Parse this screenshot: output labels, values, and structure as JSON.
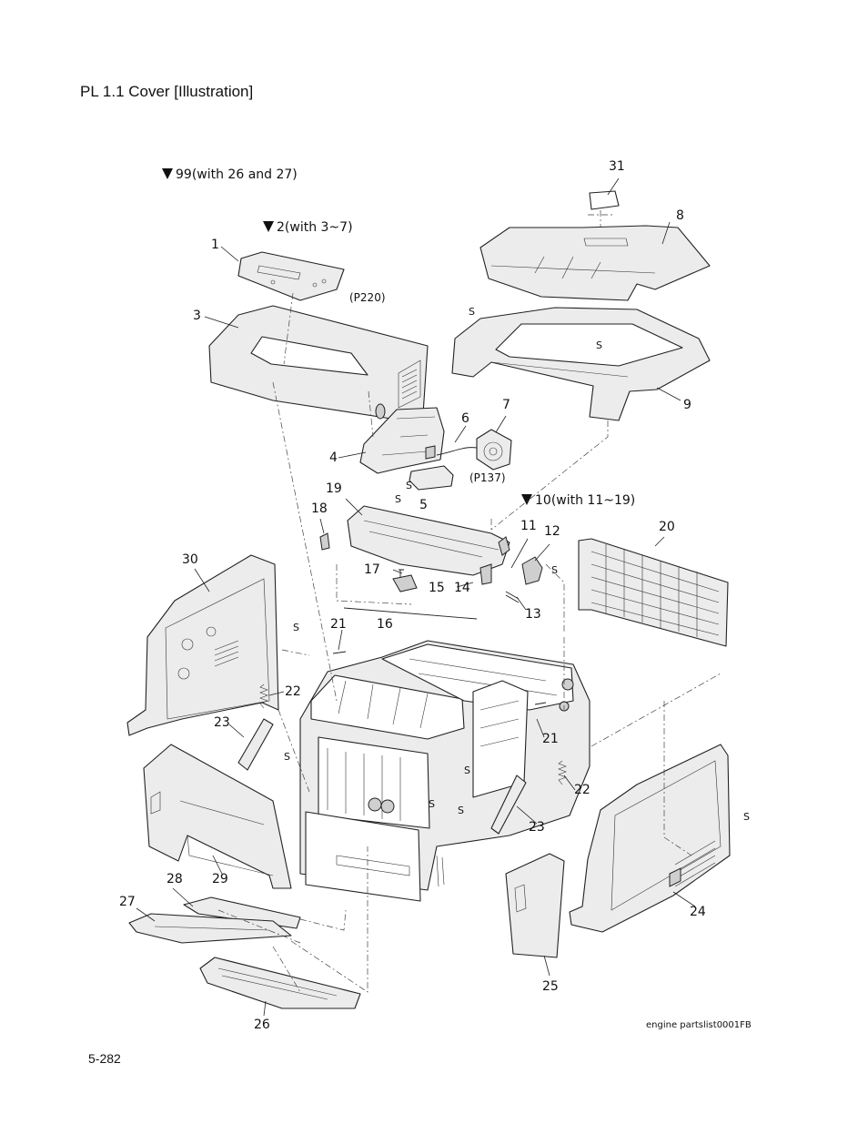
{
  "header": {
    "title": "PL 1.1  Cover  [Illustration]"
  },
  "notes": {
    "n99": "99(with 26 and 27)",
    "n2": "2(with 3~7)",
    "n10": "10(with 11~19)"
  },
  "connectors": {
    "p220": "(P220)",
    "p137": "(P137)"
  },
  "screw_mark": "S",
  "parts": {
    "p1": "1",
    "p3": "3",
    "p4": "4",
    "p5": "5",
    "p6": "6",
    "p7": "7",
    "p8": "8",
    "p9": "9",
    "p11": "11",
    "p12": "12",
    "p13": "13",
    "p14": "14",
    "p15": "15",
    "p16": "16",
    "p17": "17",
    "p18": "18",
    "p19": "19",
    "p20": "20",
    "p21a": "21",
    "p21b": "21",
    "p22a": "22",
    "p22b": "22",
    "p23a": "23",
    "p23b": "23",
    "p24": "24",
    "p25": "25",
    "p26": "26",
    "p27": "27",
    "p28": "28",
    "p29": "29",
    "p30": "30",
    "p31": "31"
  },
  "footer": {
    "code": "engine partslist0001FB",
    "page": "5-282"
  }
}
